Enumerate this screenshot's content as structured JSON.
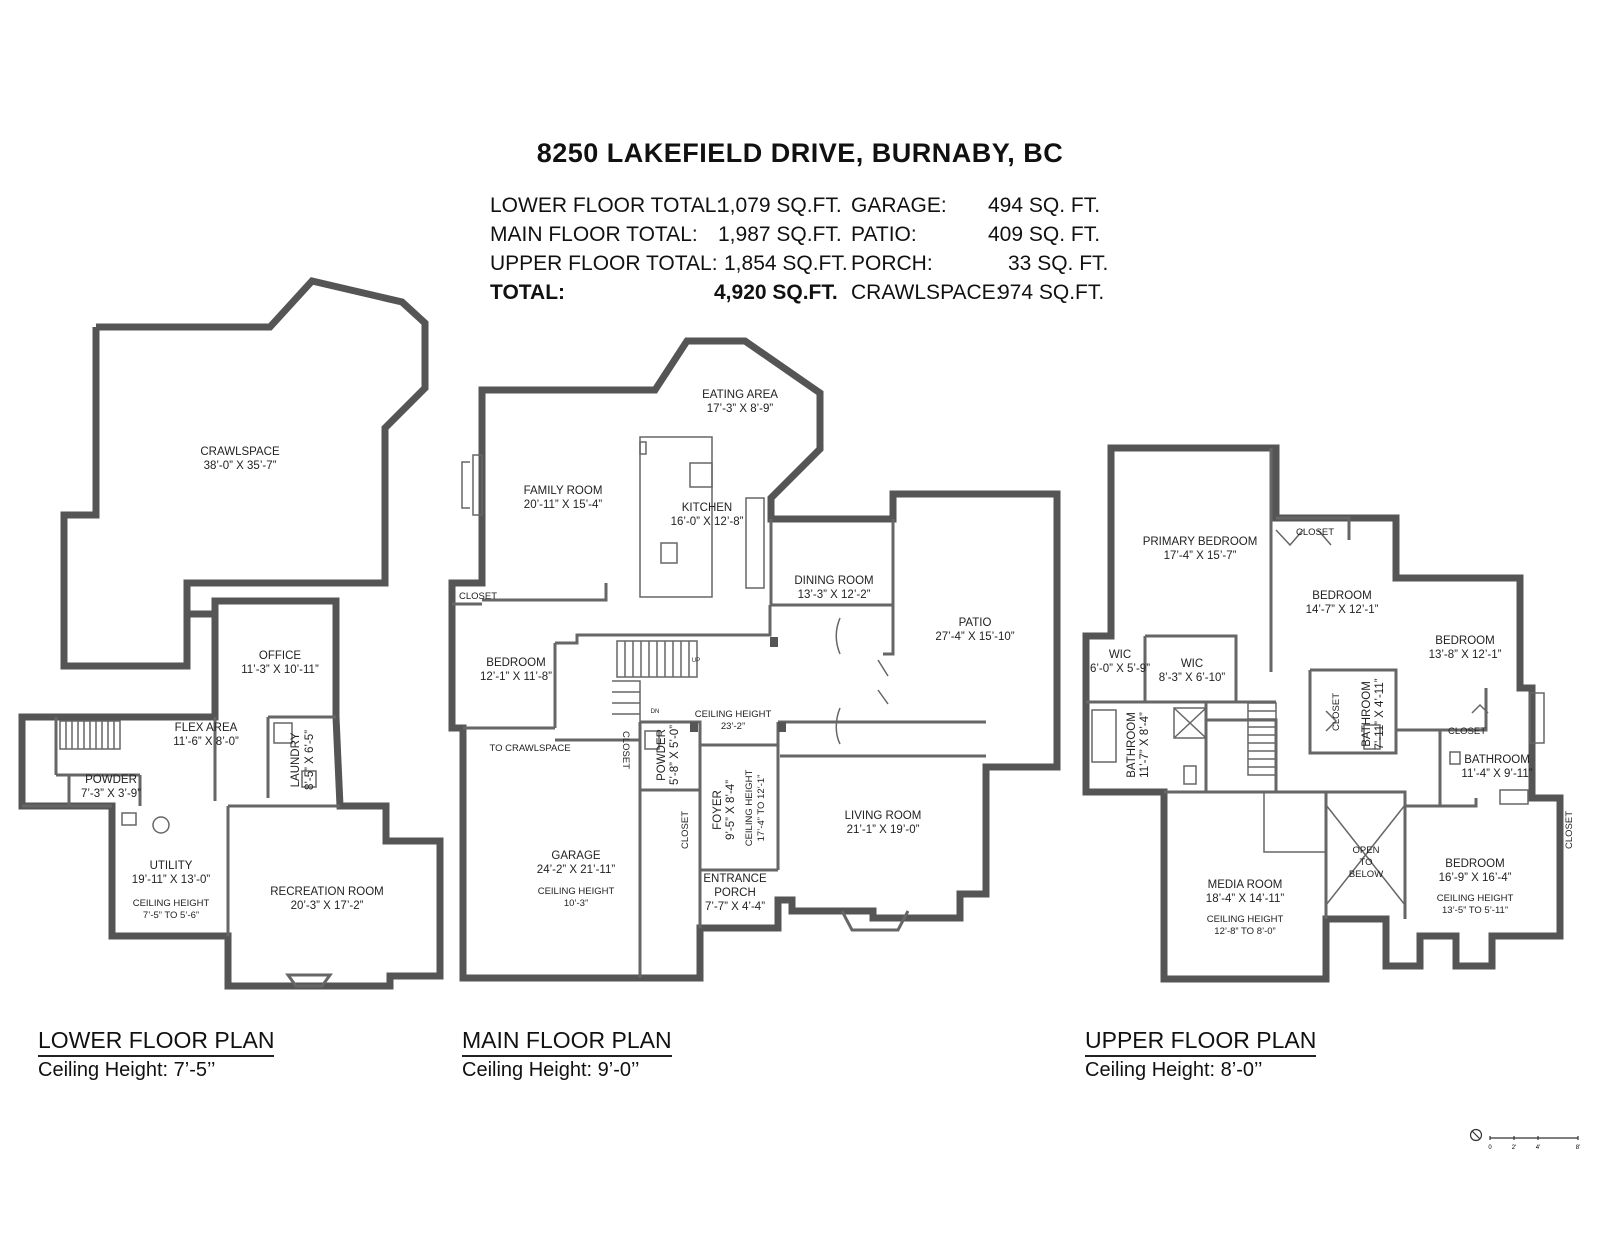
{
  "title": "8250 LAKEFIELD DRIVE, BURNABY, BC",
  "summary": [
    {
      "label": "LOWER FLOOR TOTAL:",
      "value": "1,079 SQ.FT.",
      "label2": "GARAGE:",
      "value2": "494 SQ. FT."
    },
    {
      "label": "MAIN FLOOR TOTAL:",
      "value": "1,987 SQ.FT.",
      "label2": "PATIO:",
      "value2": "409 SQ. FT."
    },
    {
      "label": "UPPER FLOOR TOTAL:",
      "value": "1,854 SQ.FT.",
      "label2": "PORCH:",
      "value2": "33 SQ. FT."
    },
    {
      "label": "TOTAL:",
      "value": "4,920 SQ.FT.",
      "label2": "CRAWLSPACE:",
      "value2": "974 SQ.FT."
    }
  ],
  "plans": {
    "lower": {
      "title": "LOWER FLOOR PLAN",
      "ceiling": "Ceiling Height: 7’-5’’",
      "rooms": [
        {
          "name": "CRAWLSPACE",
          "dims": "38’-0” X 35’-7”"
        },
        {
          "name": "OFFICE",
          "dims": "11’-3” X 10’-11”"
        },
        {
          "name": "FLEX AREA",
          "dims": "11’-6” X 8’-0”"
        },
        {
          "name": "LAUNDRY",
          "dims": "8’-5” X 6’-5”"
        },
        {
          "name": "POWDER",
          "dims": "7’-3” X 3’-9”"
        },
        {
          "name": "UTILITY",
          "dims": "19’-11” X 13’-0”",
          "note1": "CEILING HEIGHT",
          "note2": "7’-5” TO 5’-6”"
        },
        {
          "name": "RECREATION ROOM",
          "dims": "20’-3” X 17’-2”"
        }
      ]
    },
    "main": {
      "title": "MAIN FLOOR PLAN",
      "ceiling": "Ceiling Height: 9’-0’’",
      "rooms": [
        {
          "name": "EATING AREA",
          "dims": "17’-3” X 8’-9”"
        },
        {
          "name": "FAMILY ROOM",
          "dims": "20’-11” X 15’-4”"
        },
        {
          "name": "KITCHEN",
          "dims": "16’-0” X 12’-8”"
        },
        {
          "name": "DINING ROOM",
          "dims": "13’-3” X 12’-2”"
        },
        {
          "name": "PATIO",
          "dims": "27’-4” X 15’-10”"
        },
        {
          "name": "BEDROOM",
          "dims": "12’-1” X 11’-8”"
        },
        {
          "name": "CLOSET"
        },
        {
          "name": "CEILING HEIGHT",
          "dims": "23’-2”"
        },
        {
          "name": "TO CRAWLSPACE"
        },
        {
          "name": "CLOSET"
        },
        {
          "name": "POWDER",
          "dims": "5’-8” X 5’-0”"
        },
        {
          "name": "FOYER",
          "dims": "9’-5” X 8’-4”",
          "note1": "CEILING HEIGHT",
          "note2": "17’-4” TO 12’-1”"
        },
        {
          "name": "CLOSET"
        },
        {
          "name": "GARAGE",
          "dims": "24’-2” X 21’-11”",
          "note1": "CEILING HEIGHT",
          "note2": "10’-3”"
        },
        {
          "name": "ENTRANCE",
          "dims": "PORCH",
          "note1": "7’-7” X 4’-4”"
        },
        {
          "name": "LIVING ROOM",
          "dims": "21’-1” X 19’-0”"
        }
      ]
    },
    "upper": {
      "title": "UPPER FLOOR PLAN",
      "ceiling": "Ceiling Height: 8’-0’’",
      "rooms": [
        {
          "name": "PRIMARY BEDROOM",
          "dims": "17’-4” X 15’-7”"
        },
        {
          "name": "CLOSET"
        },
        {
          "name": "BEDROOM",
          "dims": "14’-7” X 12’-1”"
        },
        {
          "name": "BEDROOM",
          "dims": "13’-8” X 12’-1”"
        },
        {
          "name": "WIC",
          "dims": "6’-0” X 5’-9”"
        },
        {
          "name": "WIC",
          "dims": "8’-3” X 6’-10”"
        },
        {
          "name": "BATHROOM",
          "dims": "11’-7” X 8’-4”"
        },
        {
          "name": "CLOSET"
        },
        {
          "name": "BATHROOM",
          "dims": "7’-11” X 4’-11”"
        },
        {
          "name": "CLOSET"
        },
        {
          "name": "BATHROOM",
          "dims": "11’-4” X 9’-11”"
        },
        {
          "name": "MEDIA ROOM",
          "dims": "18’-4” X 14’-11”",
          "note1": "CEILING HEIGHT",
          "note2": "12’-8” TO 8’-0”"
        },
        {
          "name": "OPEN",
          "dims": "TO",
          "note1": "BELOW"
        },
        {
          "name": "CLOSET"
        },
        {
          "name": "BEDROOM",
          "dims": "16’-9” X 16’-4”",
          "note1": "CEILING HEIGHT",
          "note2": "13’-5” TO 5’-11”"
        }
      ]
    }
  },
  "stair_marks": {
    "up": "UP",
    "dn": "DN"
  },
  "scale_labels": [
    "0",
    "2'",
    "4'",
    "8'"
  ]
}
